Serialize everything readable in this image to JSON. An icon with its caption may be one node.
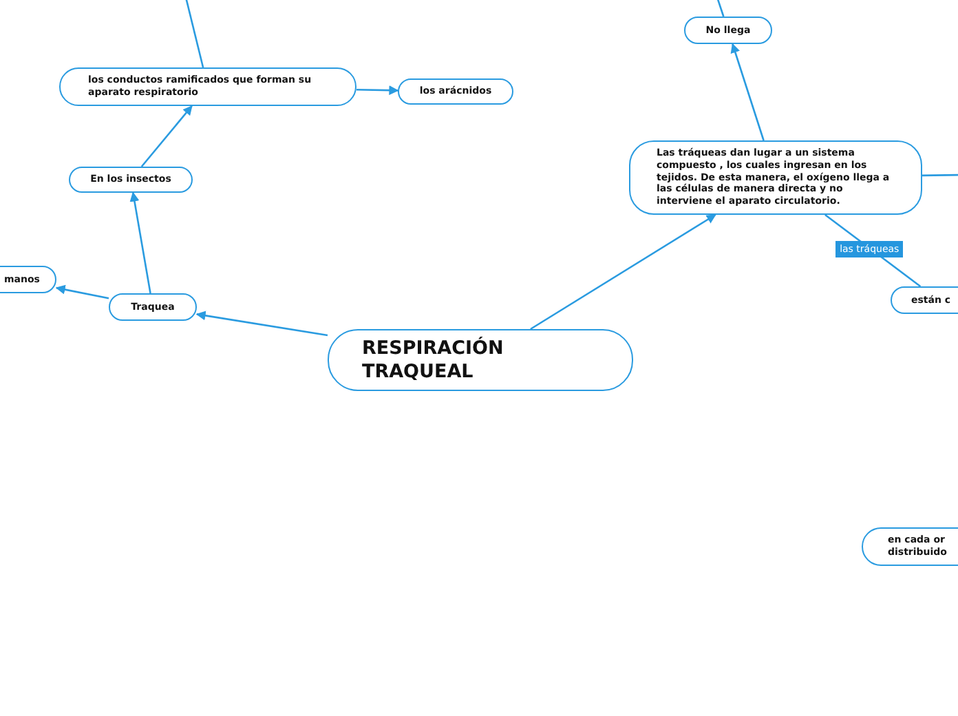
{
  "diagram": {
    "nodes": [
      {
        "text": [
          "RESPIRACIÓN TRAQUEAL"
        ]
      },
      {
        "text": [
          "Traquea"
        ]
      },
      {
        "text": [
          "manos"
        ]
      },
      {
        "text": [
          "En los insectos"
        ]
      },
      {
        "text": [
          "los conductos ramificados que forman su aparato respiratorio"
        ]
      },
      {
        "text": [
          "los arácnidos"
        ]
      },
      {
        "text": [
          "No llega"
        ]
      },
      {
        "text": [
          "Las tráqueas dan lugar a un sistema compuesto , los cuales ingresan en los tejidos. De esta manera, el oxígeno llega a las células de manera directa y no interviene el aparato circulatorio."
        ]
      },
      {
        "text": [
          "están c"
        ]
      },
      {
        "text": [
          "en cada or distribuido"
        ]
      }
    ],
    "edges": [
      {
        "from": 0,
        "to": 1,
        "arrow": "to"
      },
      {
        "from": 1,
        "to": 2,
        "arrow": "to"
      },
      {
        "from": 1,
        "to": 3,
        "arrow": "to"
      },
      {
        "from": 3,
        "to": 4,
        "arrow": "to"
      },
      {
        "from": 4,
        "to": 5,
        "arrow": "to"
      },
      {
        "from": 4,
        "to": null,
        "arrow": "none"
      },
      {
        "from": 0,
        "to": 7,
        "arrow": "to"
      },
      {
        "from": 7,
        "to": 6,
        "arrow": "to"
      },
      {
        "from": 6,
        "to": null,
        "arrow": "none"
      },
      {
        "from": 7,
        "to": null,
        "arrow": "none"
      },
      {
        "from": 7,
        "to": 8,
        "label": "las tráqueas",
        "arrow": "none"
      }
    ]
  }
}
